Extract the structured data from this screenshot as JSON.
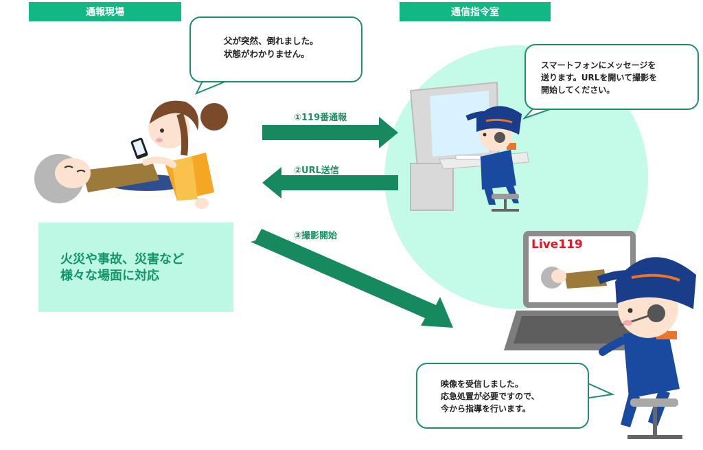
{
  "headers": {
    "left": "通報現場",
    "right": "通信指令室"
  },
  "bubbles": {
    "caller": "父が突然、倒れました。\n状態がわかりません。",
    "dispatcher": "スマートフォンにメッセージを\n送ります。URLを開いて撮影を\n開始してください。",
    "operator": "映像を受信しました。\n応急処置が必要ですので、\n今から指導を行います。"
  },
  "arrows": {
    "step1": "①119番通報",
    "step2": "②URL送信",
    "step3": "③撮影開始"
  },
  "info_box": "火災や事故、災害など\n様々な場面に対応",
  "laptop_screen": {
    "brand": "Live119"
  },
  "colors": {
    "header_green": "#12b884",
    "arrow_green": "#168a5e",
    "mint_circle": "#c4fbe8",
    "info_box": "#bdf8e4",
    "brand_red": "#e8141e",
    "uniform_blue": "#1a4aa0"
  }
}
